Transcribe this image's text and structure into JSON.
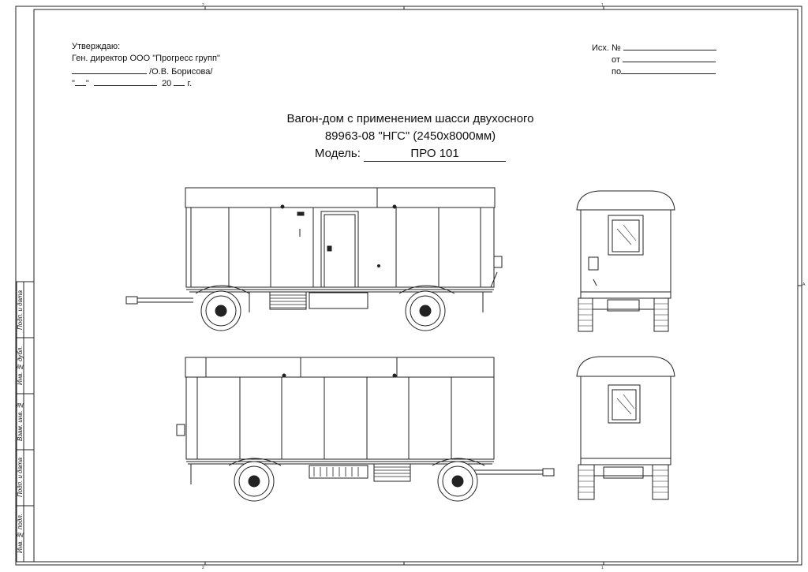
{
  "approval": {
    "line1": "Утверждаю:",
    "line2": "Ген. директор ООО \"Прогресс групп\"",
    "line3": "/О.В. Борисова/",
    "line4_year": "20",
    "line4_suffix": "г.",
    "quote_open": "\"",
    "quote_close": "\""
  },
  "ref": {
    "no_label": "Исх. №",
    "from_label": "от",
    "to_label": "по"
  },
  "title": {
    "line1": "Вагон-дом с применением шасси двухосного",
    "line2": "89963-08 \"НГС\" (2450х8000мм)",
    "model_label": "Модель:",
    "model_value": "ПРО  101"
  },
  "stamp": [
    "Подп. и дата",
    "Инв. № дубл.",
    "Взам. инв. №",
    "Подп. и дата",
    "Инв. № подл."
  ],
  "zones": {
    "top_a": "2",
    "top_b": "1",
    "right": "A",
    "bottom_a": "2",
    "bottom_b": "1"
  }
}
